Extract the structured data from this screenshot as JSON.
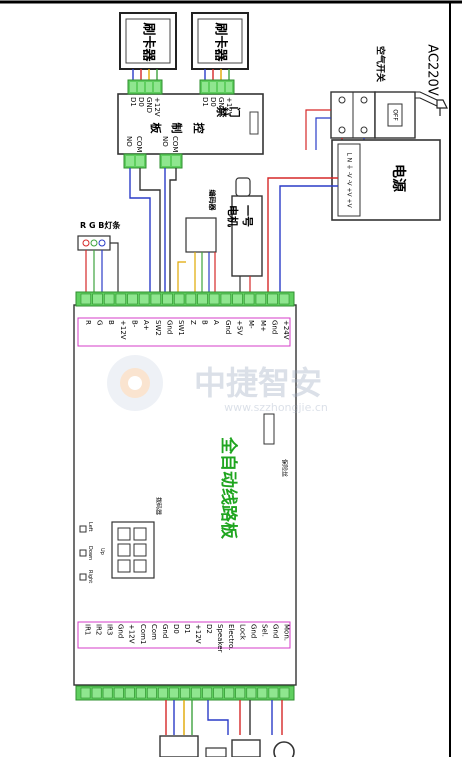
{
  "card_readers": [
    "刷卡器",
    "刷卡器"
  ],
  "power_input": "AC220V",
  "air_switch": {
    "label": "空气开关",
    "off": "OFF"
  },
  "power_supply": {
    "label": "电源",
    "terminal_text": "L N ⏚ -V -V +V +V"
  },
  "access_board": {
    "title_chars": [
      "门",
      "禁",
      "控",
      "制",
      "板"
    ],
    "left_pins": [
      "D1",
      "D0",
      "GND",
      "+12V"
    ],
    "right_pins": [
      "D1",
      "D0",
      "GND",
      "+12V"
    ],
    "relay_pins": [
      "NO",
      "COM"
    ],
    "relay2_pins": [
      "NO",
      "COM"
    ]
  },
  "motor": {
    "label": "电机",
    "number": "一号",
    "encoder": "编码器"
  },
  "rgb_strip": "R G B灯条",
  "main_board": {
    "title": "全自动线路板",
    "watermark_main": "中捷智安",
    "watermark_url": "www.szzhongjie.cn",
    "top_pin_labels": [
      "R",
      "G",
      "B",
      "+12V",
      "B-",
      "A+",
      "SW2",
      "Gnd",
      "SW1",
      "Z",
      "B",
      "A",
      "Gnd",
      "+5V",
      "M-",
      "M+",
      "Gnd",
      "+24V"
    ],
    "bottom_pin_labels": [
      "IR1",
      "IR2",
      "IR3",
      "Gnd",
      "+12V",
      "Com1",
      "Com",
      "Gnd",
      "D0",
      "D1",
      "+12V",
      "D2",
      "Speaker",
      "Electro.",
      "Lock",
      "Gnd",
      "Sel.",
      "Gnd",
      "Mon."
    ],
    "dip_label": "拨码器",
    "side_label": "保险丝",
    "buttons": [
      "Left",
      "Down",
      "Up",
      "Right"
    ]
  }
}
